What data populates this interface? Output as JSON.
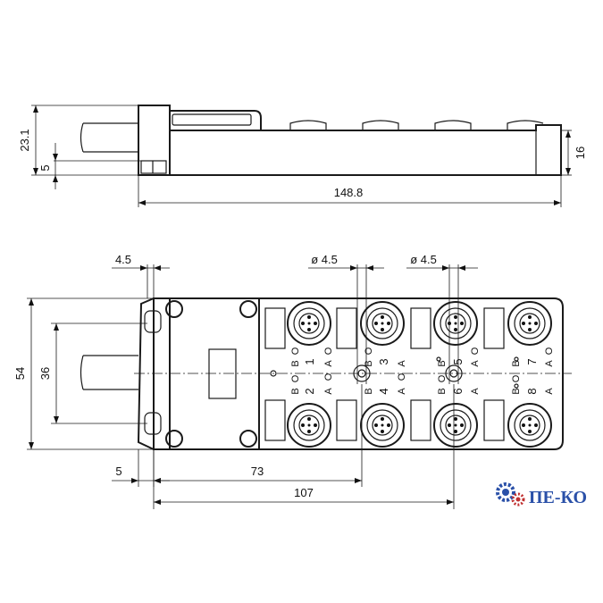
{
  "dimensions": {
    "side_height": "23.1",
    "side_offset": "5",
    "side_right_height": "16",
    "total_length": "148.8",
    "top_offset": "4.5",
    "hole_dia_1": "ø 4.5",
    "hole_dia_2": "ø 4.5",
    "width": "54",
    "inner_width": "36",
    "bottom_offset": "5",
    "hole1_distance": "73",
    "hole2_distance": "107"
  },
  "ports": {
    "top_numbers": [
      "1",
      "3",
      "5",
      "7"
    ],
    "bottom_numbers": [
      "2",
      "4",
      "6",
      "8"
    ],
    "label_b": "B",
    "label_a": "A",
    "label_o": "O"
  },
  "logo": {
    "text": "ПЕ-КО"
  },
  "colors": {
    "line": "#1a1a1a",
    "logo_blue": "#2a50a8",
    "logo_red": "#c03030"
  }
}
